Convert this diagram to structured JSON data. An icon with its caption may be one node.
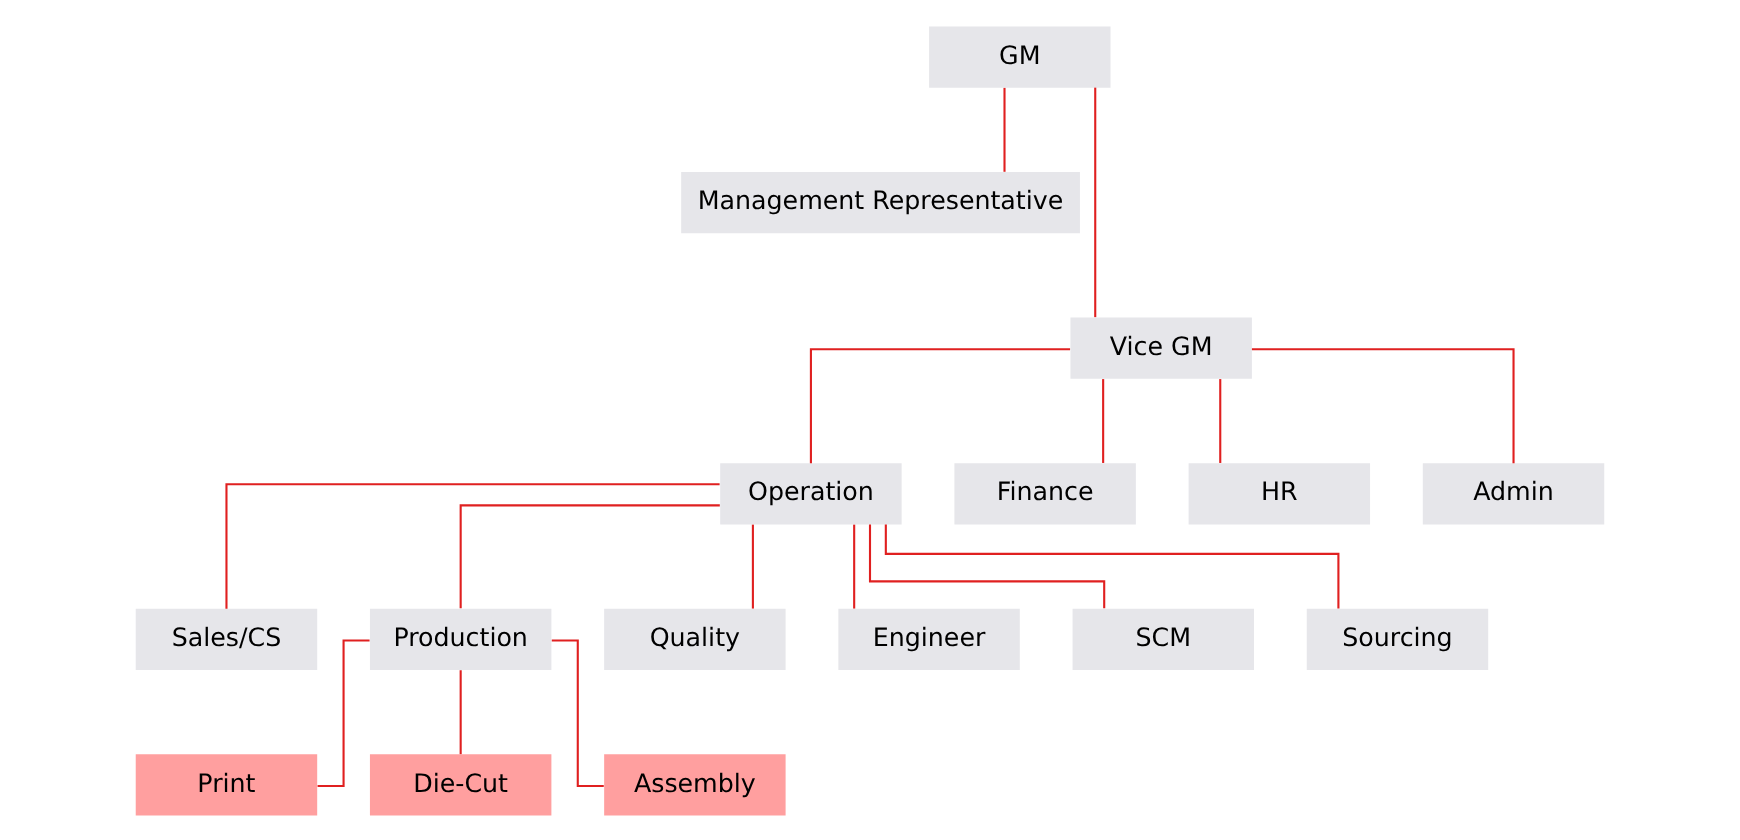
{
  "diagram": {
    "nodes": [
      {
        "text": [
          "GM"
        ]
      },
      {
        "text": [
          "Management Representative"
        ]
      },
      {
        "text": [
          "Vice GM"
        ]
      },
      {
        "text": [
          "Operation"
        ]
      },
      {
        "text": [
          "Finance"
        ]
      },
      {
        "text": [
          "HR"
        ]
      },
      {
        "text": [
          "Admin"
        ]
      },
      {
        "text": [
          "Sales/CS"
        ]
      },
      {
        "text": [
          "Production"
        ]
      },
      {
        "text": [
          "Quality"
        ]
      },
      {
        "text": [
          "Engineer"
        ]
      },
      {
        "text": [
          "SCM"
        ]
      },
      {
        "text": [
          "Sourcing"
        ]
      },
      {
        "text": [
          "Print"
        ]
      },
      {
        "text": [
          "Die-Cut"
        ]
      },
      {
        "text": [
          "Assembly"
        ]
      }
    ],
    "edges": [
      {
        "from": 0,
        "to": 1,
        "arrow": "none"
      },
      {
        "from": 0,
        "to": 2,
        "arrow": "none"
      },
      {
        "from": 2,
        "to": 3,
        "arrow": "none"
      },
      {
        "from": 2,
        "to": 4,
        "arrow": "none"
      },
      {
        "from": 2,
        "to": 5,
        "arrow": "none"
      },
      {
        "from": 2,
        "to": 6,
        "arrow": "none"
      },
      {
        "from": 3,
        "to": 7,
        "arrow": "none"
      },
      {
        "from": 3,
        "to": 8,
        "arrow": "none"
      },
      {
        "from": 3,
        "to": 9,
        "arrow": "none"
      },
      {
        "from": 3,
        "to": 10,
        "arrow": "none"
      },
      {
        "from": 3,
        "to": 11,
        "arrow": "none"
      },
      {
        "from": 3,
        "to": 12,
        "arrow": "none"
      },
      {
        "from": 8,
        "to": 13,
        "arrow": "none"
      },
      {
        "from": 8,
        "to": 14,
        "arrow": "none"
      },
      {
        "from": 8,
        "to": 15,
        "arrow": "none"
      }
    ]
  }
}
